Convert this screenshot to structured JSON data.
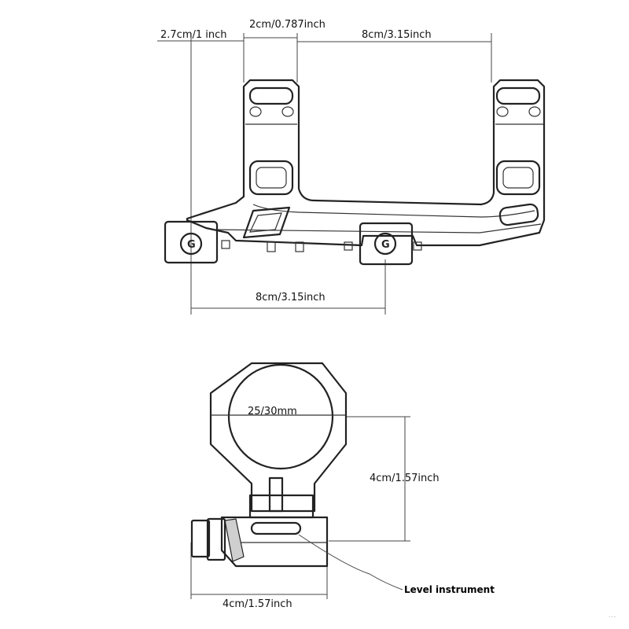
{
  "top_view": {
    "dim_offset": "2.7cm/1 inch",
    "dim_ring_width": "2cm/0.787inch",
    "dim_ring_spacing": "8cm/3.15inch",
    "dim_clamp_spacing": "8cm/3.15inch",
    "clamp_mark_left": "G",
    "clamp_mark_right": "G"
  },
  "front_view": {
    "dim_ring_diameter": "25/30mm",
    "dim_height": "4cm/1.57inch",
    "dim_base_width": "4cm/1.57inch",
    "callout_label": "Level instrument"
  },
  "watermark": "···"
}
